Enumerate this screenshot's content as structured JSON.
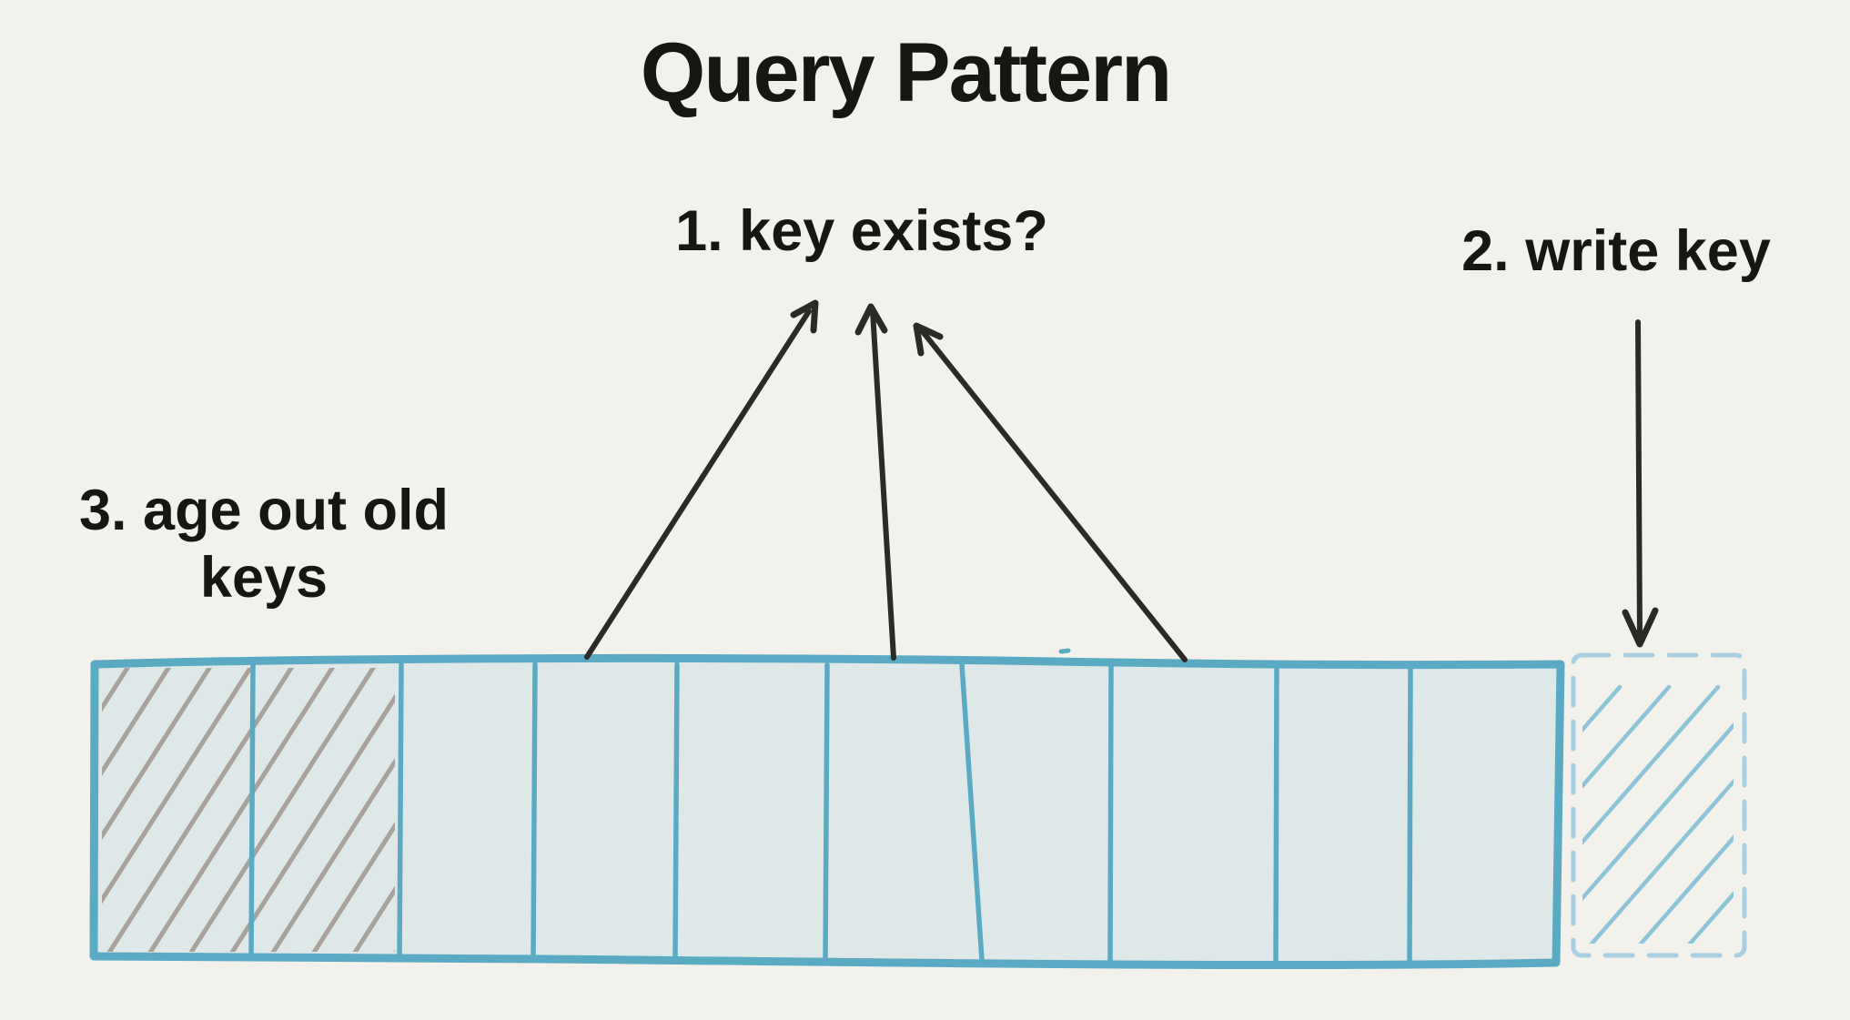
{
  "title": "Query Pattern",
  "labels": {
    "step1": {
      "label": "1. key exists?"
    },
    "step2": {
      "label": "2. write key"
    },
    "step3": {
      "label": "3. age out old keys",
      "lines": [
        "3. age out old",
        "keys"
      ]
    }
  },
  "buffer": {
    "description": "horizontal ring buffer of key slots",
    "cell_count": 10,
    "aged_out_hatched_cells": 2,
    "write_slot": {
      "style": "dashed outline, blue diagonal hatch",
      "position": "right of buffer"
    }
  },
  "arrows": {
    "key_exists_queries": {
      "count": 3,
      "direction": "up",
      "from": "buffer cells",
      "to": "label '1. key exists?'"
    },
    "write_key": {
      "count": 1,
      "direction": "down",
      "from": "label '2. write key'",
      "to": "dashed write slot"
    }
  },
  "colors": {
    "bg": "#f3f1ec",
    "ink": "#171613",
    "bar-fill": "#dfe8e8",
    "bar-stroke": "#5baac3",
    "hatch-gray": "#a9a29a",
    "dash-stroke": "#a8d0e2",
    "hatch-blue": "#8ec4d9",
    "arrow": "#2b2a27"
  }
}
